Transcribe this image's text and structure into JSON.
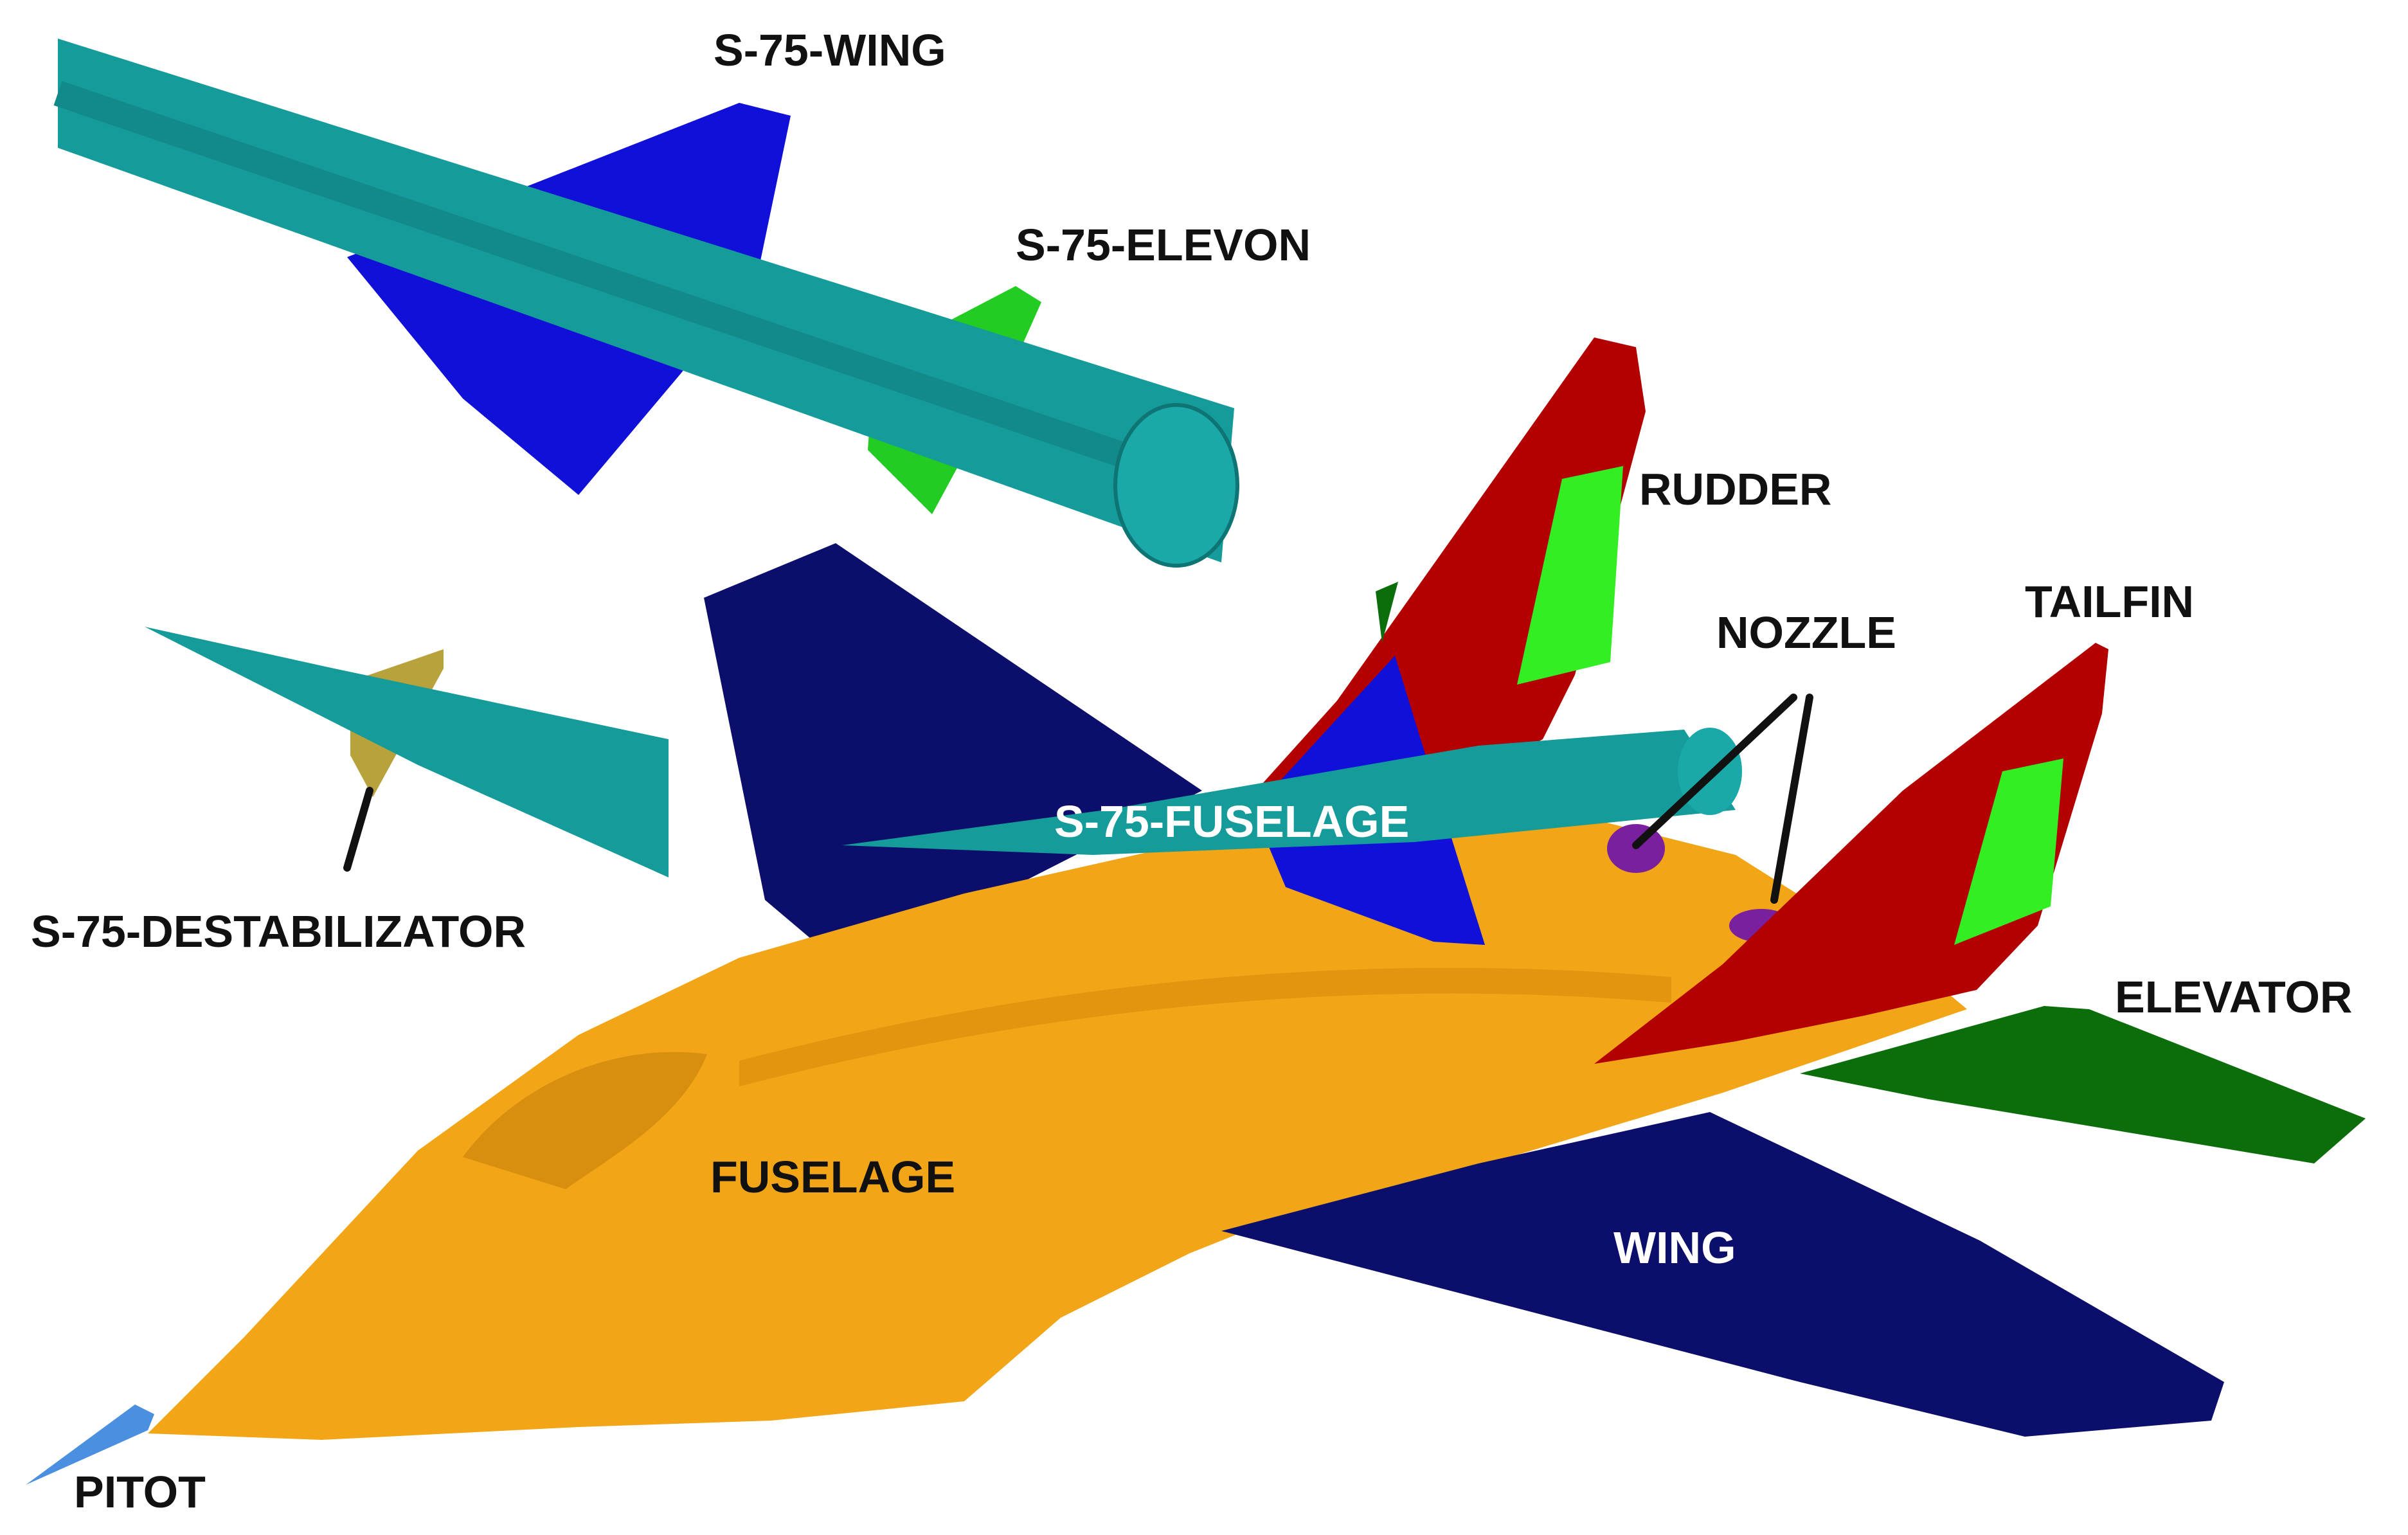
{
  "labels": {
    "s75_wing": "S-75-WING",
    "s75_elevon": "S-75-ELEVON",
    "rudder": "RUDDER",
    "nozzle": "NOZZLE",
    "tailfin": "TAILFIN",
    "s75_fuselage": "S-75-FUSELAGE",
    "s75_destabilizator": "S-75-DESTABILIZATOR",
    "elevator": "ELEVATOR",
    "fuselage": "FUSELAGE",
    "wing": "WING",
    "pitot": "PITOT"
  },
  "colors": {
    "fuselage": "#F2A516",
    "wing": "#0B0F6B",
    "tailfin": "#B30000",
    "rudder": "#33EE22",
    "elevator": "#0B6E0B",
    "nozzle": "#7A1F9E",
    "pitot": "#4A8FE0",
    "missile_body": "#169B9B",
    "missile_wing": "#1010D8",
    "missile_elevon": "#22CC22",
    "missile_destabilizator": "#B8A23C"
  }
}
